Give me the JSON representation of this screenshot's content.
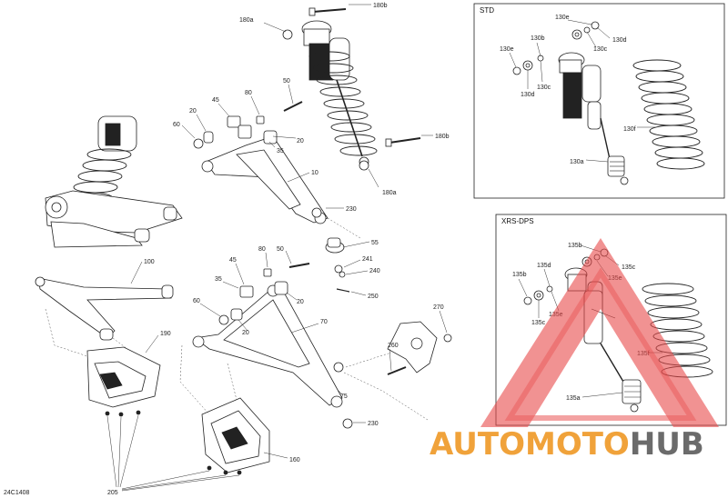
{
  "drawing_id": "24C1408",
  "boxes": [
    {
      "title": "STD"
    },
    {
      "title": "XRS-DPS"
    }
  ],
  "labels": {
    "p180a_top": "180a",
    "p180b_top": "180b",
    "p180b_mid": "180b",
    "p180a_mid": "180a",
    "p80_a": "80",
    "p50_a": "50",
    "p45_a": "45",
    "p20_a": "20",
    "p60_a": "60",
    "p35_a": "35",
    "p20_b": "20",
    "p10": "10",
    "p230_a": "230",
    "p55": "55",
    "p241": "241",
    "p240": "240",
    "p250": "250",
    "p80_b": "80",
    "p50_b": "50",
    "p45_b": "45",
    "p35_b": "35",
    "p60_b": "60",
    "p20_c": "20",
    "p20_d": "20",
    "p70": "70",
    "p75": "75",
    "p230_b": "230",
    "p100": "100",
    "p190": "190",
    "p160": "160",
    "p205": "205",
    "p270": "270",
    "p260": "260",
    "p130e_a": "130e",
    "p130d_a": "130d",
    "p130c_a": "130c",
    "p130b": "130b",
    "p130e_b": "130e",
    "p130c_b": "130c",
    "p130d_b": "130d",
    "p130f": "130f",
    "p130a": "130a",
    "p135b_a": "135b",
    "p135c_a": "135c",
    "p135e_a": "135e",
    "p135d": "135d",
    "p135b_b": "135b",
    "p135e_b": "135e",
    "p135c_b": "135c",
    "p135f": "135f",
    "p135a": "135a"
  },
  "watermark": {
    "part1": "AUTO",
    "part2": "MOTO",
    "part3": "HUB",
    "color1": "#f0a23a",
    "color2": "#f0a23a",
    "color3": "#6b6b6b",
    "triangle_color": "#e84848"
  }
}
